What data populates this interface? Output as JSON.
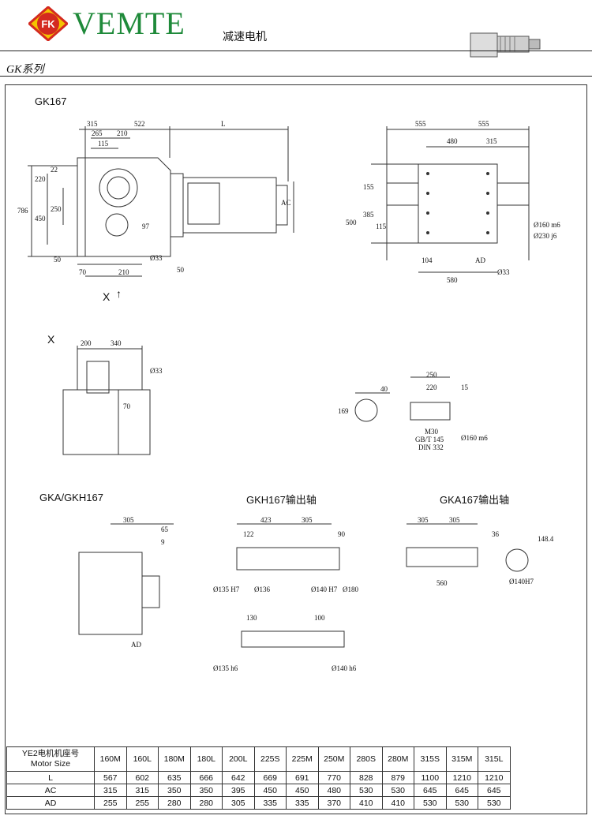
{
  "header": {
    "logo_text": "VEMTE",
    "logo_mark": "FK",
    "subtitle": "减速电机",
    "series": "GK系列"
  },
  "colors": {
    "logo_red": "#d42a20",
    "logo_green": "#1f8a3a",
    "logo_yellow": "#f4c300",
    "line": "#333333"
  },
  "sections": {
    "main_title": "GK167",
    "x_view": "X",
    "x_arrow": "X",
    "gka_title": "GKA/GKH167",
    "gkh_shaft_title": "GKH167输出轴",
    "gka_shaft_title": "GKA167输出轴"
  },
  "dims_front": {
    "d315": "315",
    "d522": "522",
    "dL": "L",
    "d265": "265",
    "d210a": "210",
    "d115": "115",
    "d220": "220",
    "d22": "22",
    "d786": "786",
    "d450": "450",
    "d250": "250",
    "d97": "97",
    "dAC": "AC",
    "d50a": "50",
    "d33": "Ø33",
    "d70": "70",
    "d210b": "210",
    "d50b": "50"
  },
  "dims_side": {
    "d555a": "555",
    "d555b": "555",
    "d480": "480",
    "d315": "315",
    "d155": "155",
    "d385": "385",
    "d500": "500",
    "d115": "115",
    "d160": "Ø160 m6",
    "d230": "Ø230 j6",
    "d104": "104",
    "dAD": "AD",
    "d580": "580",
    "d33": "Ø33"
  },
  "dims_x": {
    "d200": "200",
    "d340": "340",
    "d33": "Ø33",
    "d70": "70"
  },
  "dims_key": {
    "d40": "40",
    "d169": "169",
    "d250": "250",
    "d220": "220",
    "d15": "15",
    "m30": "M30",
    "gb": "GB/T 145",
    "din": "DIN 332",
    "d160": "Ø160 m6"
  },
  "dims_gka": {
    "d305": "305",
    "d65": "65",
    "d9": "9",
    "dAD": "AD"
  },
  "dims_gkh": {
    "d423": "423",
    "d305": "305",
    "d122": "122",
    "d90": "90",
    "d135": "Ø135 H7",
    "d136": "Ø136",
    "d140": "Ø140 H7",
    "d180": "Ø180",
    "d130": "130",
    "d100": "100",
    "d135h6": "Ø135 h6",
    "d140h6": "Ø140 h6"
  },
  "dims_gka_shaft": {
    "d305a": "305",
    "d305b": "305",
    "d36": "36",
    "d148": "148.4",
    "d560": "560",
    "d140": "Ø140H7"
  },
  "table": {
    "header_line1": "YE2电机机座号",
    "header_line2": "Motor Size",
    "sizes": [
      "160M",
      "160L",
      "180M",
      "180L",
      "200L",
      "225S",
      "225M",
      "250M",
      "280S",
      "280M",
      "315S",
      "315M",
      "315L"
    ],
    "rows": [
      {
        "label": "L",
        "values": [
          "567",
          "602",
          "635",
          "666",
          "642",
          "669",
          "691",
          "770",
          "828",
          "879",
          "1100",
          "1210",
          "1210"
        ]
      },
      {
        "label": "AC",
        "values": [
          "315",
          "315",
          "350",
          "350",
          "395",
          "450",
          "450",
          "480",
          "530",
          "530",
          "645",
          "645",
          "645"
        ]
      },
      {
        "label": "AD",
        "values": [
          "255",
          "255",
          "280",
          "280",
          "305",
          "335",
          "335",
          "370",
          "410",
          "410",
          "530",
          "530",
          "530"
        ]
      }
    ]
  }
}
